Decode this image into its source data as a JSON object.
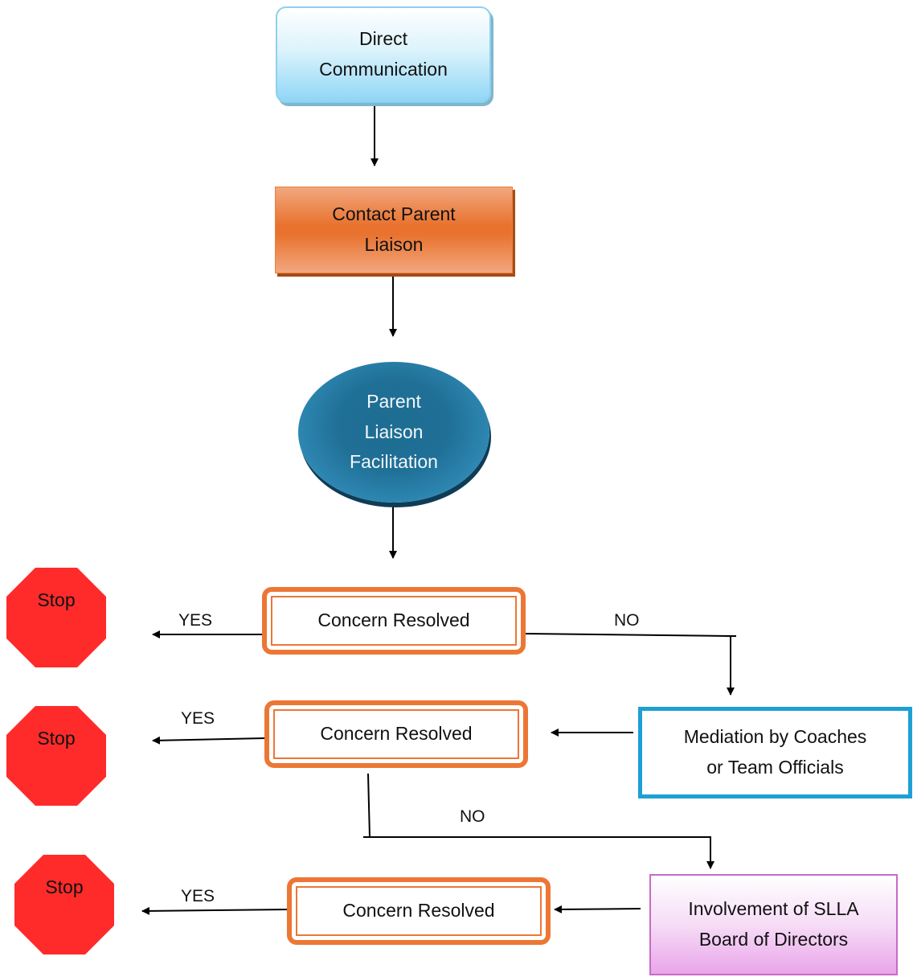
{
  "nodes": {
    "direct": [
      "Direct",
      "Communication"
    ],
    "contact": [
      "Contact Parent",
      "Liaison"
    ],
    "facilitation": [
      "Parent",
      "Liaison",
      "Facilitation"
    ],
    "resolved_1": "Concern Resolved",
    "resolved_2": "Concern Resolved",
    "resolved_3": "Concern Resolved",
    "mediation": [
      "Mediation by Coaches",
      "or Team Officials"
    ],
    "board": [
      "Involvement of SLLA",
      "Board of Directors"
    ]
  },
  "stops": [
    "Stop",
    "Stop",
    "Stop"
  ],
  "edge_labels": {
    "yes_1": "YES",
    "no_1": "NO",
    "yes_2": "YES",
    "no_2": "NO",
    "yes_3": "YES"
  },
  "colors": {
    "stop": "#ff2b2b",
    "resolved_border": "#ec7735",
    "mediation_border": "#1da0d4",
    "board_fill": "#e9a5ea"
  }
}
